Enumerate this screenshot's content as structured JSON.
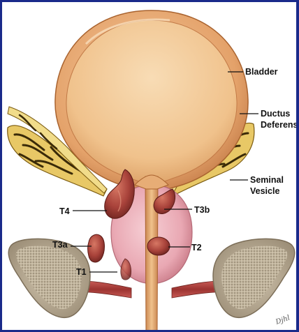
{
  "labels": {
    "bladder": "Bladder",
    "ductus_line1": "Ductus",
    "ductus_line2": "Deferens",
    "seminal_line1": "Seminal",
    "seminal_line2": "Vesicle",
    "t4": "T4",
    "t3b": "T3b",
    "t3a": "T3a",
    "t2": "T2",
    "t1": "T1"
  },
  "signature": "Djhl",
  "colors": {
    "frame": "#1a2a8a",
    "bladder_wall": "#e3a36a",
    "bladder_inner": "#f0c48f",
    "prostate": "#ecaeb8",
    "tumor": "#a8423a",
    "vesicle": "#e8c866",
    "bone": "#b9ab94"
  }
}
